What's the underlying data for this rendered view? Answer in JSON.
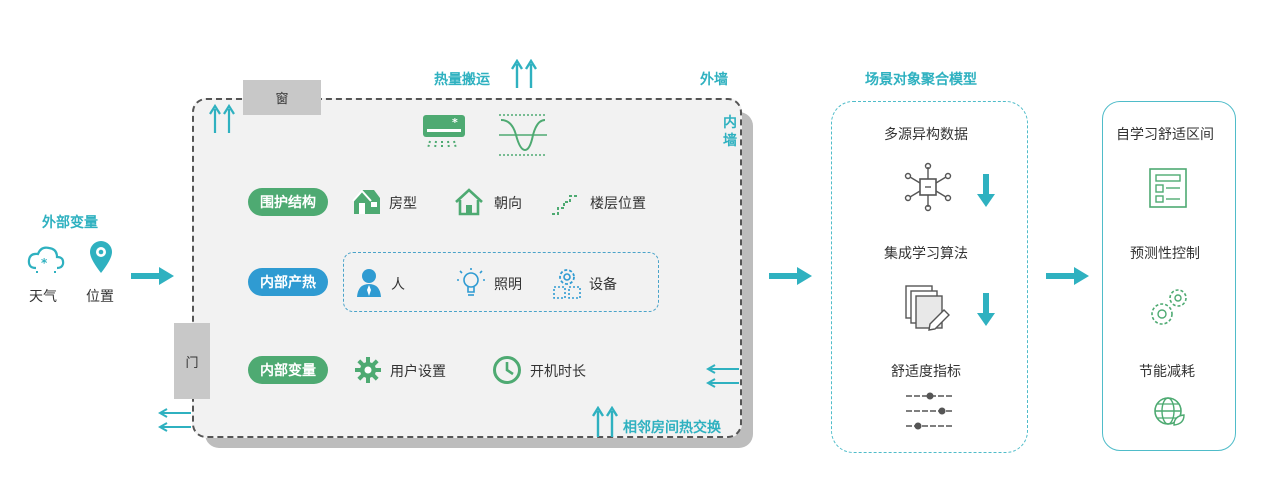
{
  "external_vars": {
    "title": "外部变量",
    "weather": "天气",
    "location": "位置"
  },
  "room": {
    "window": "窗",
    "door": "门",
    "outer_wall": "外墙",
    "inner_wall_1": "内",
    "inner_wall_2": "墙",
    "heat_transfer": "热量搬运",
    "neighbor_exchange": "相邻房间热交换"
  },
  "rows": [
    {
      "pill": "围护结构",
      "items": [
        "房型",
        "朝向",
        "楼层位置"
      ]
    },
    {
      "pill": "内部产热",
      "items": [
        "人",
        "照明",
        "设备"
      ]
    },
    {
      "pill": "内部变量",
      "items": [
        "用户设置",
        "开机时长"
      ]
    }
  ],
  "model": {
    "title": "场景对象聚合模型",
    "steps": [
      "多源异构数据",
      "集成学习算法",
      "舒适度指标"
    ]
  },
  "outcome": {
    "items": [
      "自学习舒适区间",
      "预测性控制",
      "节能减耗"
    ]
  },
  "colors": {
    "teal": "#2fb1c0",
    "green": "#4eaa72",
    "blue": "#2f9bd2"
  }
}
